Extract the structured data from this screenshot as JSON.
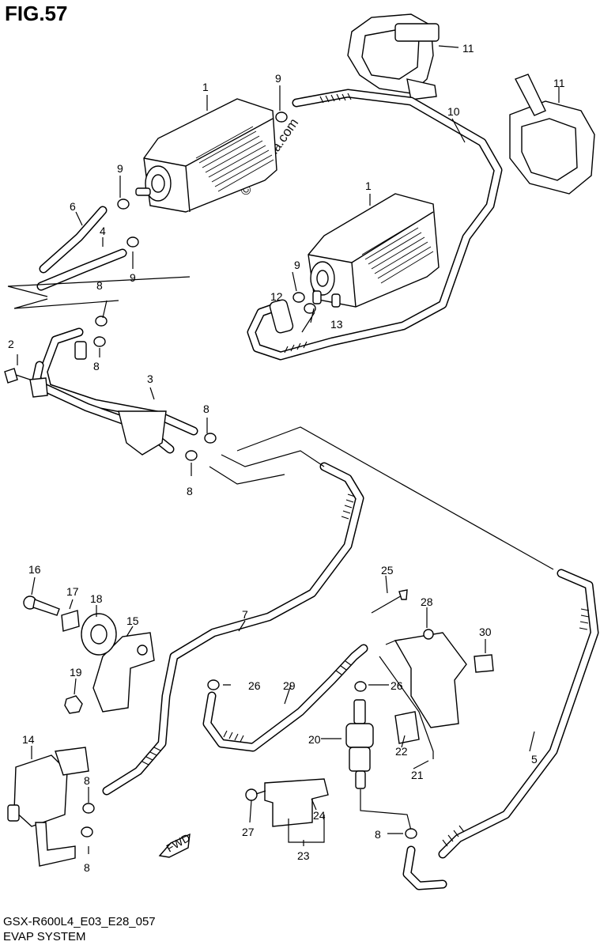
{
  "header": {
    "title": "FIG.57"
  },
  "footer": {
    "code": "GSX-R600L4_E03_E28_057",
    "name": "EVAP SYSTEM"
  },
  "watermark": "© Partzilla.com",
  "callouts": [
    {
      "id": "c1a",
      "label": "1"
    },
    {
      "id": "c1b",
      "label": "1"
    },
    {
      "id": "c2",
      "label": "2"
    },
    {
      "id": "c3",
      "label": "3"
    },
    {
      "id": "c4",
      "label": "4"
    },
    {
      "id": "c5",
      "label": "5"
    },
    {
      "id": "c6",
      "label": "6"
    },
    {
      "id": "c7",
      "label": "7"
    },
    {
      "id": "c8a",
      "label": "8"
    },
    {
      "id": "c8b",
      "label": "8"
    },
    {
      "id": "c8c",
      "label": "8"
    },
    {
      "id": "c8d",
      "label": "8"
    },
    {
      "id": "c8e",
      "label": "8"
    },
    {
      "id": "c8f",
      "label": "8"
    },
    {
      "id": "c8g",
      "label": "8"
    },
    {
      "id": "c9a",
      "label": "9"
    },
    {
      "id": "c9b",
      "label": "9"
    },
    {
      "id": "c9c",
      "label": "9"
    },
    {
      "id": "c9d",
      "label": "9"
    },
    {
      "id": "c10",
      "label": "10"
    },
    {
      "id": "c11a",
      "label": "11"
    },
    {
      "id": "c11b",
      "label": "11"
    },
    {
      "id": "c12",
      "label": "12"
    },
    {
      "id": "c13",
      "label": "13"
    },
    {
      "id": "c14",
      "label": "14"
    },
    {
      "id": "c15",
      "label": "15"
    },
    {
      "id": "c16",
      "label": "16"
    },
    {
      "id": "c17",
      "label": "17"
    },
    {
      "id": "c18",
      "label": "18"
    },
    {
      "id": "c19",
      "label": "19"
    },
    {
      "id": "c20",
      "label": "20"
    },
    {
      "id": "c21",
      "label": "21"
    },
    {
      "id": "c22",
      "label": "22"
    },
    {
      "id": "c23",
      "label": "23"
    },
    {
      "id": "c24",
      "label": "24"
    },
    {
      "id": "c25",
      "label": "25"
    },
    {
      "id": "c26a",
      "label": "26"
    },
    {
      "id": "c26b",
      "label": "26"
    },
    {
      "id": "c27",
      "label": "27"
    },
    {
      "id": "c28",
      "label": "28"
    },
    {
      "id": "c29",
      "label": "29"
    },
    {
      "id": "c30",
      "label": "30"
    }
  ],
  "fwd_label": "FWD"
}
